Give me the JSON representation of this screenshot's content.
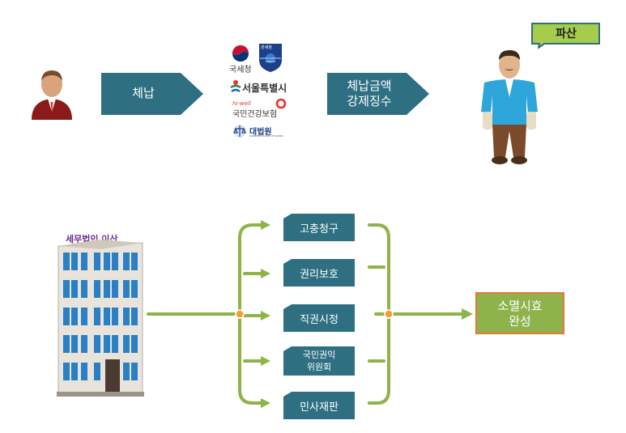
{
  "top": {
    "arrow1": "체납",
    "arrow2_line1": "체납금액",
    "arrow2_line2": "강제징수",
    "badge": "파산",
    "logos": {
      "nts": "국세청",
      "customs_top": "관세청",
      "customs_small": "KOREA CUSTOMS SERVICE",
      "seoul": "서울특별시",
      "nhis_brand": "hi-well",
      "nhis": "국민건강보험",
      "court": "대법원",
      "court_small": "SUPREME COURT OF KOREA"
    }
  },
  "bottom": {
    "firm_label": "세무법인 이산",
    "options": [
      "고충청구",
      "권리보호",
      "직권시정",
      "국민권익",
      "위원회",
      "민사재판"
    ],
    "result_line1": "소멸시효",
    "result_line2": "완성"
  },
  "colors": {
    "teal": "#2e6f82",
    "green": "#8db34a",
    "orange": "#e8772e",
    "badge_bg": "#a6cc4b"
  }
}
